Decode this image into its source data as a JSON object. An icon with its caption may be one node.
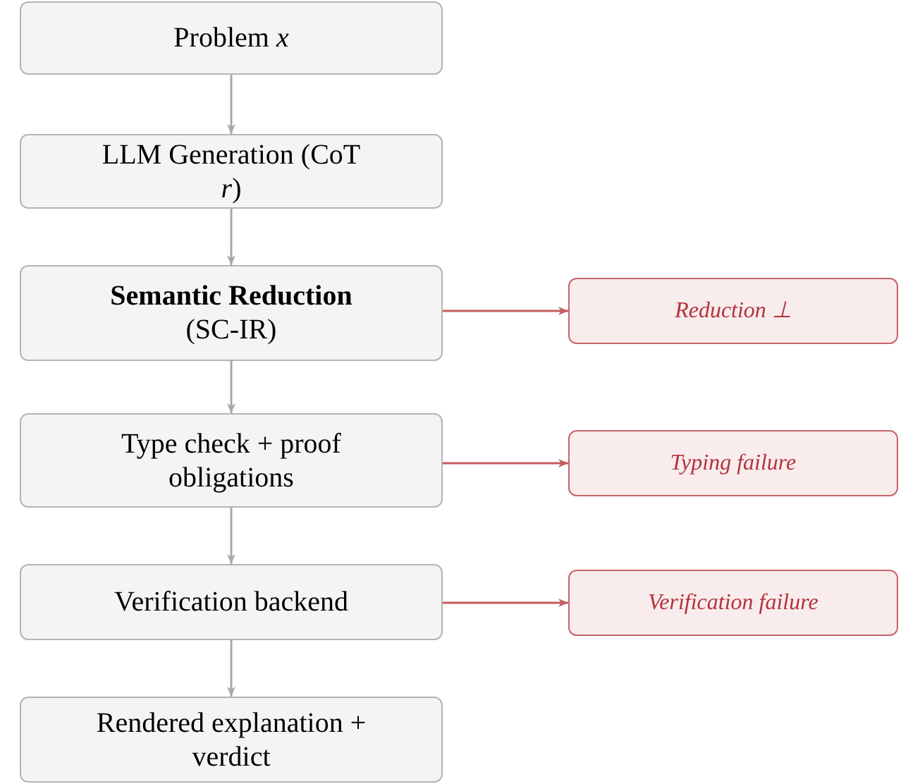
{
  "diagram": {
    "nodes": [
      {
        "text": [
          "Problem *x*"
        ]
      },
      {
        "text": [
          "LLM Generation (CoT *r*)"
        ]
      },
      {
        "text": [
          "**Semantic Reduction** (SC-IR)"
        ]
      },
      {
        "text": [
          "Type check + proof obligations"
        ]
      },
      {
        "text": [
          "Verification backend"
        ]
      },
      {
        "text": [
          "Rendered explanation + verdict"
        ]
      },
      {
        "text": [
          "Reduction ⊥"
        ]
      },
      {
        "text": [
          "Typing failure"
        ]
      },
      {
        "text": [
          "Verification failure"
        ]
      }
    ],
    "edges": [
      {
        "from": 0,
        "to": 1,
        "arrow": "to"
      },
      {
        "from": 1,
        "to": 2,
        "arrow": "to"
      },
      {
        "from": 2,
        "to": 3,
        "arrow": "to"
      },
      {
        "from": 3,
        "to": 4,
        "arrow": "to"
      },
      {
        "from": 4,
        "to": 5,
        "arrow": "to"
      },
      {
        "from": 2,
        "to": 6,
        "arrow": "to",
        "color": "#c25b60"
      },
      {
        "from": 3,
        "to": 7,
        "arrow": "to",
        "color": "#c25b60"
      },
      {
        "from": 4,
        "to": 8,
        "arrow": "to",
        "color": "#c25b60"
      }
    ]
  }
}
